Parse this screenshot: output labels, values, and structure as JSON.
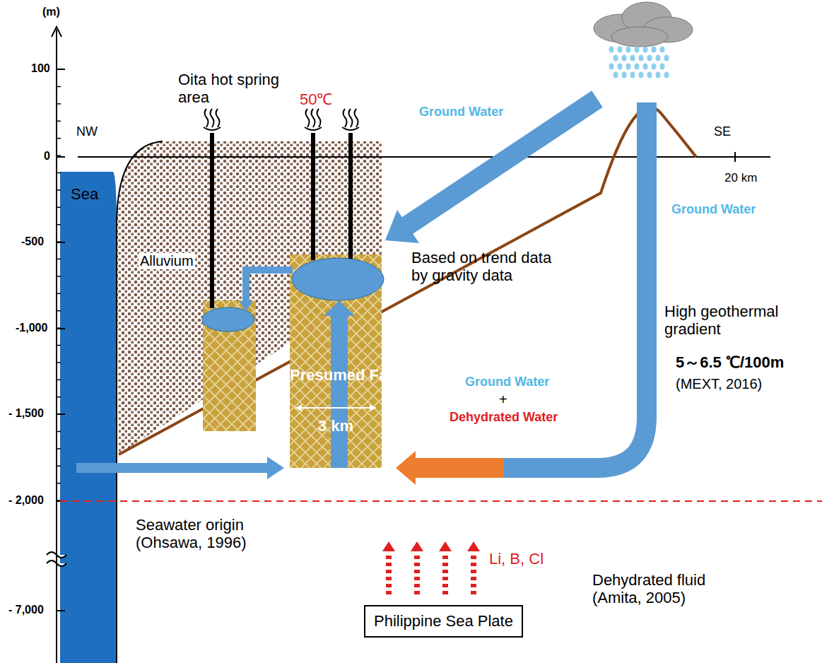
{
  "diagram": {
    "nodes": [
      {
        "text": [
          "Presumed Fault",
          "3 km"
        ]
      },
      {
        "text": [
          "Philippine Sea Plate"
        ]
      }
    ],
    "labels": [
      "(m)",
      "100",
      "0",
      "-500",
      "-1,000",
      "- 1,500",
      "- 2,000",
      "- 7,000",
      "NW",
      "SE",
      "20 km",
      "Oita hot spring area",
      "50℃",
      "Ground Water",
      "Ground Water",
      "Ground Water",
      "Sea",
      "Alluvium",
      "Based on trend data by gravity data",
      "High geothermal gradient",
      "5～6.5 ℃/100m",
      "(MEXT, 2016)",
      "+",
      "Dehydrated Water",
      "Seawater origin (Ohsawa, 1996)",
      "Li, B, Cl",
      "Dehydrated fluid (Amita, 2005)"
    ]
  }
}
